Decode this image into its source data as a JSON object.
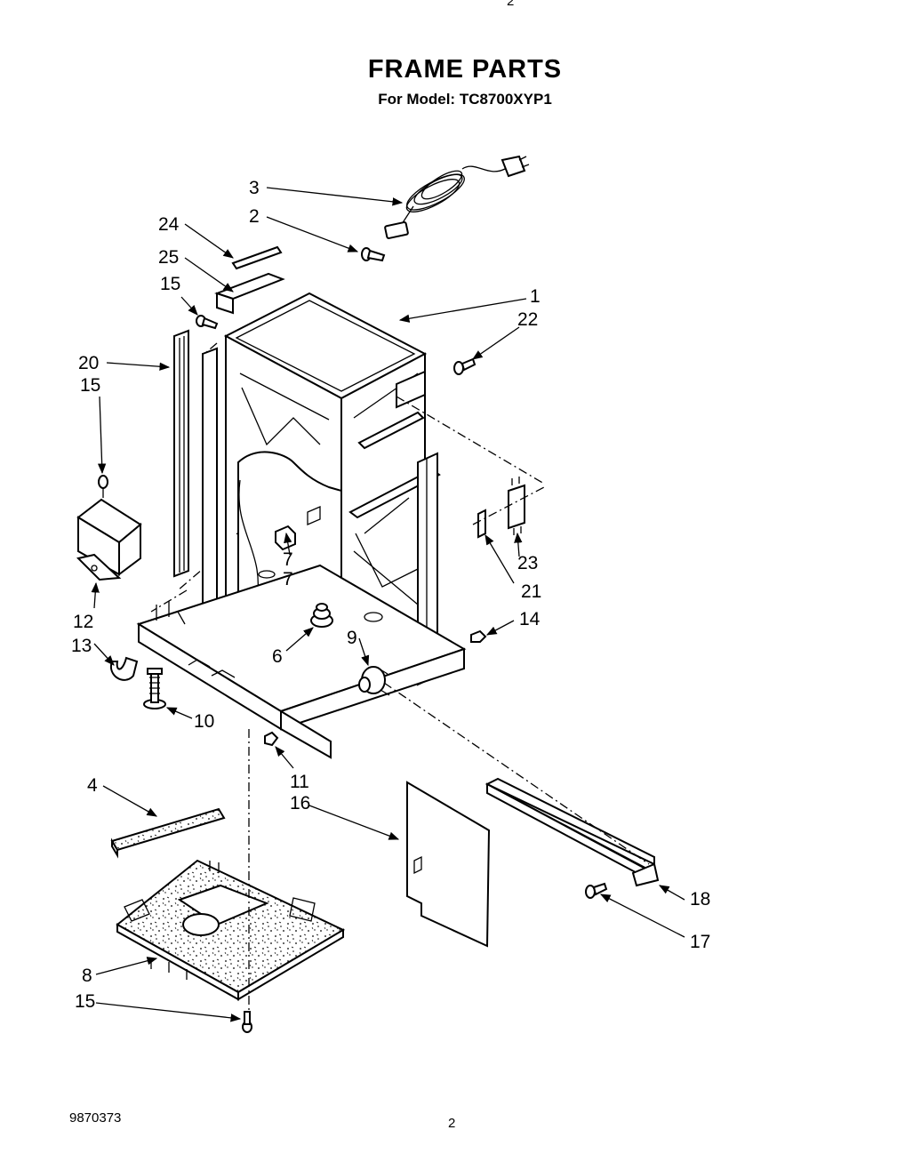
{
  "header": {
    "title": "FRAME PARTS",
    "subtitle": "For Model: TC8700XYP1",
    "top_mark": "2"
  },
  "footer": {
    "part_number": "9870373",
    "page_number": "2"
  },
  "callouts": {
    "c1": "1",
    "c2": "2",
    "c3": "3",
    "c4": "4",
    "c6": "6",
    "c7a": "7",
    "c7b": "7",
    "c8": "8",
    "c9": "9",
    "c10": "10",
    "c11": "11",
    "c12": "12",
    "c13": "13",
    "c14": "14",
    "c15a": "15",
    "c15b": "15",
    "c15c": "15",
    "c16": "16",
    "c17": "17",
    "c18": "18",
    "c20": "20",
    "c21": "21",
    "c22": "22",
    "c23": "23",
    "c24": "24",
    "c25": "25"
  }
}
